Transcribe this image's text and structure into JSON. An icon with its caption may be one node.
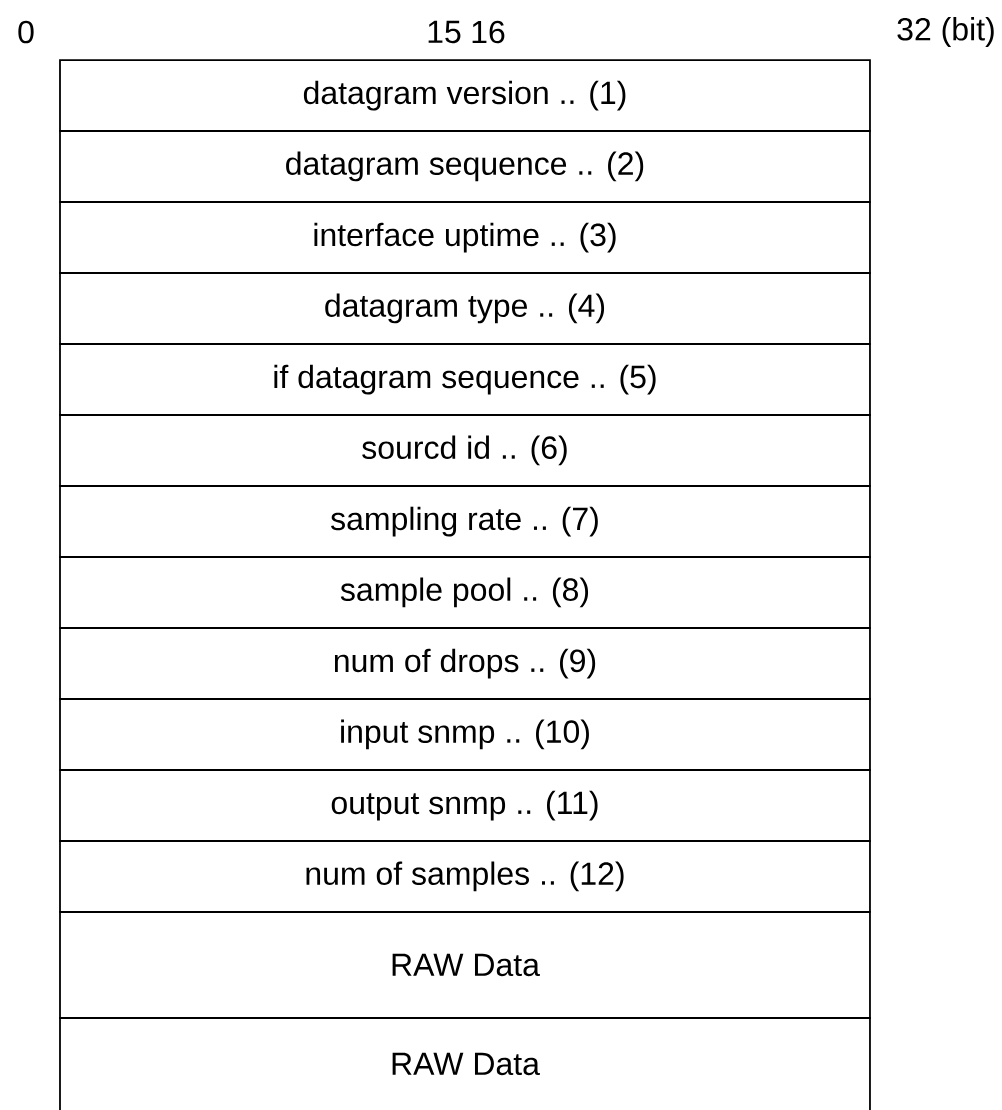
{
  "diagram": {
    "nodes": [
      {
        "text": [
          "datagram version .. (1)"
        ]
      },
      {
        "text": [
          "datagram sequence .. (2)"
        ]
      },
      {
        "text": [
          "interface uptime .. (3)"
        ]
      },
      {
        "text": [
          "datagram type .. (4)"
        ]
      },
      {
        "text": [
          "if datagram sequence .. (5)"
        ]
      },
      {
        "text": [
          "sourcd id .. (6)"
        ]
      },
      {
        "text": [
          "sampling rate .. (7)"
        ]
      },
      {
        "text": [
          "sample pool .. (8)"
        ]
      },
      {
        "text": [
          "num of drops .. (9)"
        ]
      },
      {
        "text": [
          "input snmp .. (10)"
        ]
      },
      {
        "text": [
          "output snmp .. (11)"
        ]
      },
      {
        "text": [
          "num of samples .. (12)"
        ]
      },
      {
        "text": [
          "RAW Data"
        ]
      },
      {
        "text": [
          "RAW Data"
        ]
      }
    ],
    "labels": [
      "0",
      "15",
      "16",
      "32 (bit)"
    ]
  }
}
